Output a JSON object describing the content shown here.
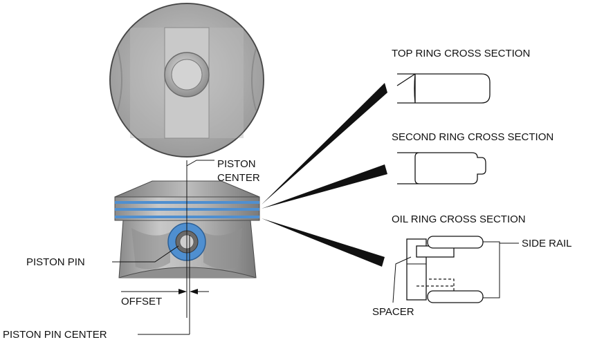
{
  "labels": {
    "top_ring": "TOP RING CROSS SECTION",
    "second_ring": "SECOND RING CROSS SECTION",
    "oil_ring": "OIL RING CROSS SECTION",
    "piston_center_line1": "PISTON",
    "piston_center_line2": "CENTER",
    "piston_pin": "PISTON PIN",
    "offset": "OFFSET",
    "piston_pin_center": "PISTON PIN CENTER",
    "side_rail": "SIDE RAIL",
    "spacer": "SPACER"
  },
  "colors": {
    "piston_gray": "#a9a9a9",
    "piston_dark": "#6e6e6e",
    "ring_blue": "#4f8fd0",
    "line": "#111111"
  }
}
